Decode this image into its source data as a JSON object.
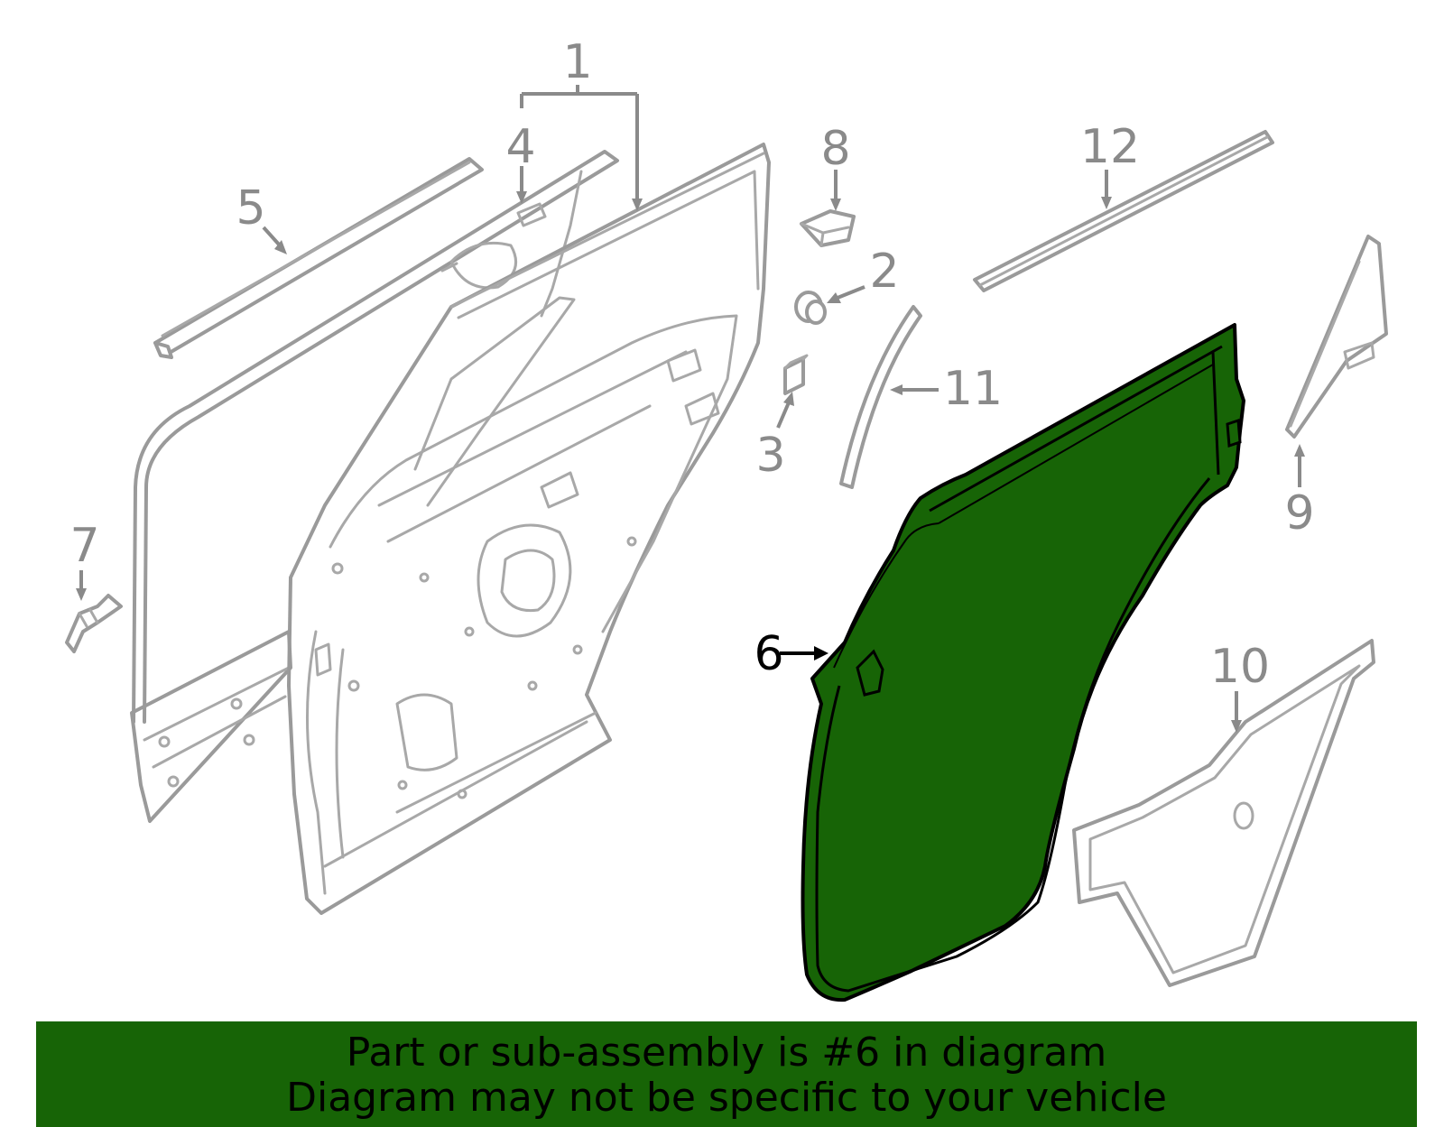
{
  "callouts": [
    "1",
    "2",
    "3",
    "4",
    "5",
    "6",
    "7",
    "8",
    "9",
    "10",
    "11",
    "12"
  ],
  "highlighted_callout": "6",
  "highlight_color": "#176406",
  "banner": {
    "line1": "Part or sub-assembly is #6 in diagram",
    "line2": "Diagram may not be specific to your vehicle"
  }
}
